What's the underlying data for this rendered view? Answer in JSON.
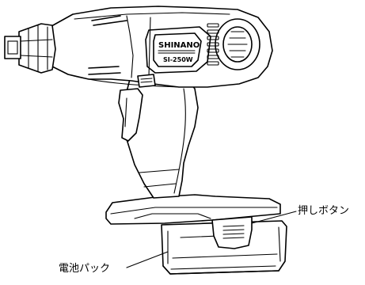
{
  "diagram": {
    "subject": "cordless impact wrench line drawing",
    "nameplate": {
      "brand": "SHINANO",
      "model": "SI-250W"
    },
    "callouts": {
      "push_button": "押しボタン",
      "battery_pack": "電池パック"
    }
  }
}
